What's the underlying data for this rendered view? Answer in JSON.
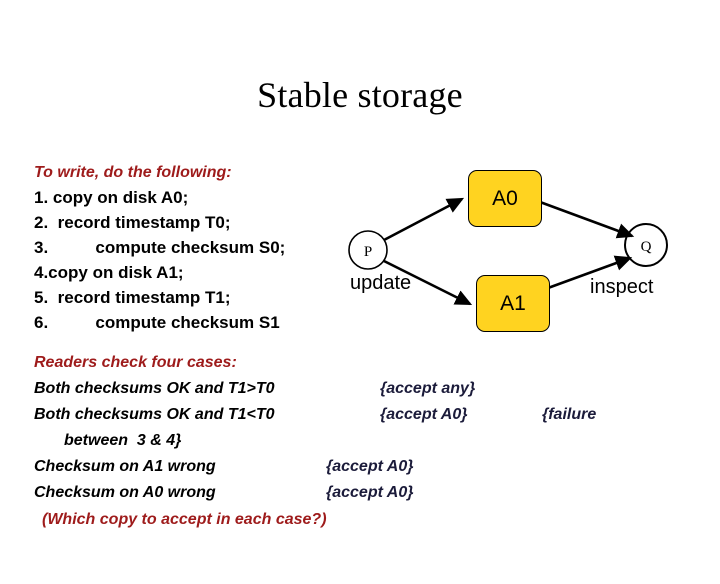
{
  "slide": {
    "title": "Stable storage",
    "background": "#ffffff"
  },
  "colors": {
    "heading_red": "#9E1B1B",
    "body_black": "#000000",
    "action_navy": "#1B1B3A",
    "node_yellow": "#FFD320",
    "node_border": "#000000"
  },
  "write_block": {
    "heading": "To write, do the following:",
    "steps": [
      "1. copy on disk A0;",
      "2.  record timestamp T0;",
      "3.          compute checksum S0;",
      "4.copy on disk A1;",
      "5.  record timestamp T1;",
      "6.          compute checksum S1"
    ]
  },
  "readers_block": {
    "heading": "Readers check four cases:",
    "cases": [
      {
        "condition": "Both checksums OK and T1>T0",
        "action": "{accept any}",
        "action_col": "col-a",
        "extra": "",
        "extra_col": ""
      },
      {
        "condition": "Both checksums OK and T1<T0",
        "action": "{accept A0}",
        "action_col": "col-a",
        "extra": "{failure",
        "extra_col": "col-b"
      },
      {
        "condition": "Checksum on A1 wrong",
        "action": "{accept A0}",
        "action_col": "col-c",
        "extra": "",
        "extra_col": ""
      },
      {
        "condition": "Checksum on A0 wrong",
        "action": "{accept A0}",
        "action_col": "col-c",
        "extra": "",
        "extra_col": ""
      }
    ],
    "continuation": "between  3 & 4}",
    "footer": "(Which copy to accept in each case?)"
  },
  "diagram": {
    "source_node": "P",
    "sink_node": "Q",
    "box_top": "A0",
    "box_bottom": "A1",
    "label_left": "update",
    "label_right": "inspect"
  }
}
